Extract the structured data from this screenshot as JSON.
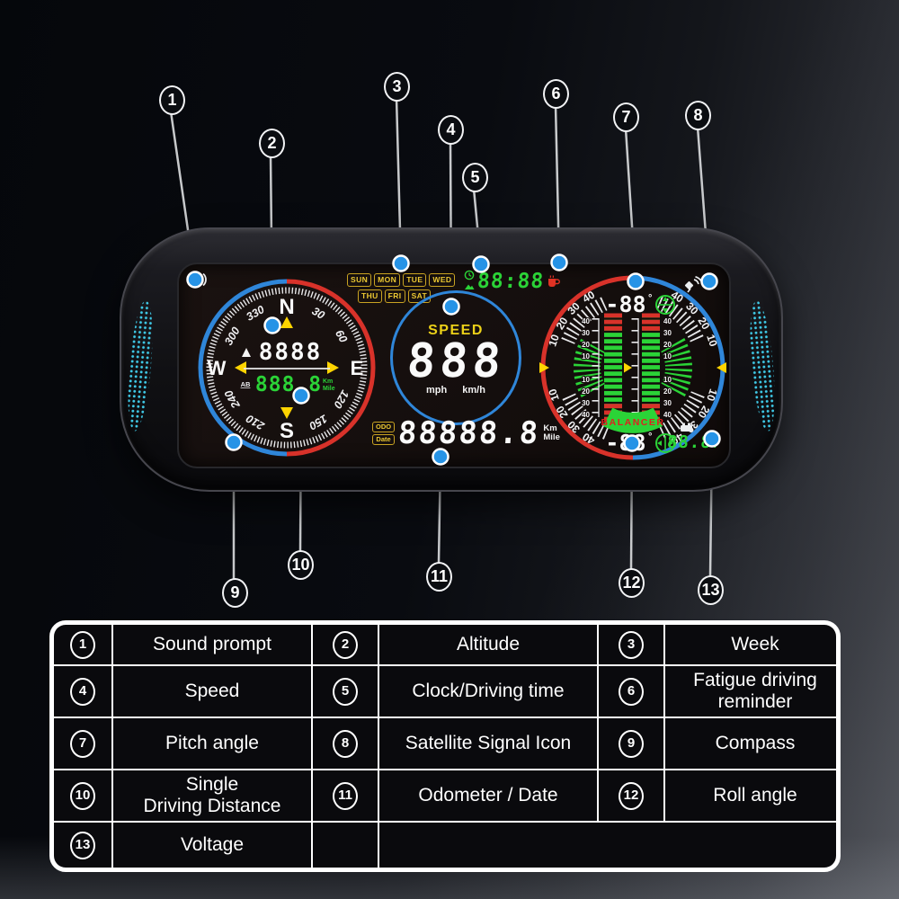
{
  "callouts": {
    "numbers": [
      "1",
      "2",
      "3",
      "4",
      "5",
      "6",
      "7",
      "8",
      "9",
      "10",
      "11",
      "12",
      "13"
    ]
  },
  "device": {
    "compass": {
      "north": "N",
      "east": "E",
      "south": "S",
      "west": "W",
      "degrees": [
        "30",
        "60",
        "120",
        "150",
        "210",
        "240",
        "300",
        "330"
      ],
      "altitude": "8888",
      "trip_mode": "AB",
      "trip": "888.8",
      "unit_top": "Km",
      "unit_bottom": "Mile"
    },
    "week": {
      "row1": [
        "SUN",
        "MON",
        "TUE",
        "WED"
      ],
      "row2": [
        "THU",
        "FRI",
        "SAT"
      ]
    },
    "clock": {
      "value": "88:88"
    },
    "speed": {
      "label": "SPEED",
      "value": "888",
      "unit_left": "mph",
      "unit_right": "km/h"
    },
    "balancer": {
      "pitch": "-88",
      "deg": "°",
      "roll": "-88",
      "label": "BALANCER",
      "scale": [
        "40",
        "30",
        "20",
        "10"
      ]
    },
    "odometer": {
      "odo": "ODO",
      "date": "Date",
      "value": "88888.8",
      "unit_top": "Km",
      "unit_bottom": "Mile"
    },
    "voltage": {
      "value": "88.8",
      "unit": "v"
    }
  },
  "table": {
    "rows": [
      [
        {
          "num": "1",
          "label": "Sound prompt"
        },
        {
          "num": "2",
          "label": "Altitude"
        },
        {
          "num": "3",
          "label": "Week"
        }
      ],
      [
        {
          "num": "4",
          "label": "Speed"
        },
        {
          "num": "5",
          "label": "Clock/Driving time"
        },
        {
          "num": "6",
          "label": "Fatigue driving reminder"
        }
      ],
      [
        {
          "num": "7",
          "label": "Pitch angle"
        },
        {
          "num": "8",
          "label": "Satellite Signal Icon"
        },
        {
          "num": "9",
          "label": "Compass"
        }
      ],
      [
        {
          "num": "10",
          "label_line1": "Single",
          "label_line2": "Driving Distance"
        },
        {
          "num": "11",
          "label": "Odometer / Date"
        },
        {
          "num": "12",
          "label": "Roll angle"
        }
      ],
      [
        {
          "num": "13",
          "label": "Voltage"
        }
      ]
    ]
  },
  "colors": {
    "accent_blue": "#2f86d9",
    "accent_red": "#d8322a",
    "accent_green": "#2bd337",
    "accent_yellow": "#ffd400",
    "gold": "#e5c42a",
    "cyan": "#3fcbe9"
  }
}
